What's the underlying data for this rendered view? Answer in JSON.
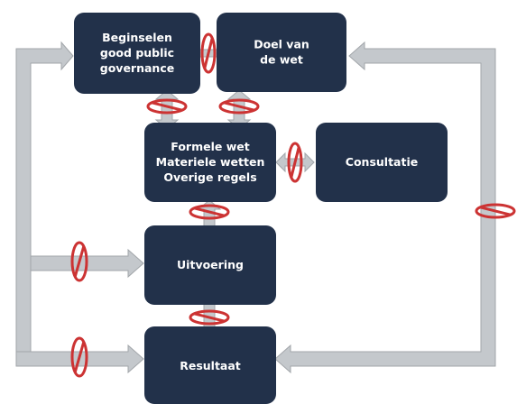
{
  "diagram": {
    "boxes": {
      "beginselen": {
        "lines": [
          "Beginselen",
          "good public",
          "governance"
        ]
      },
      "doel": {
        "lines": [
          "Doel van",
          "de wet"
        ]
      },
      "wet": {
        "lines": [
          "Formele wet",
          "Materiele wetten",
          "Overige regels"
        ]
      },
      "consultatie": {
        "lines": [
          "Consultatie"
        ]
      },
      "uitvoering": {
        "lines": [
          "Uitvoering"
        ]
      },
      "resultaat": {
        "lines": [
          "Resultaat"
        ]
      }
    },
    "colors": {
      "box_fill": "#22314a",
      "box_text": "#ffffff",
      "arrow_fill": "#c4c8cc",
      "arrow_stroke": "#a2a6aa",
      "blocker_stroke": "#cc3333"
    },
    "icons": {
      "blocker": "prohibited-ring-icon",
      "arrow": "arrow-icon"
    }
  }
}
